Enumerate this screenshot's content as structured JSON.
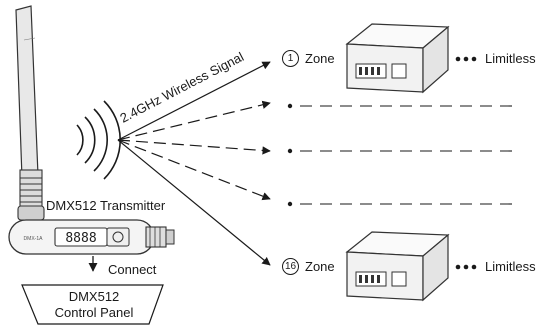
{
  "signal_label": "2.4GHz Wireless Signal",
  "transmitter_label": "DMX512 Transmitter",
  "transmitter_display": "8888",
  "transmitter_brand_text": "DMX-1A",
  "connect_label": "Connect",
  "control_panel": {
    "line1": "DMX512",
    "line2": "Control Panel"
  },
  "zones": [
    {
      "number": "1",
      "label": "Zone",
      "suffix": "Limitless"
    },
    {
      "number": "16",
      "label": "Zone",
      "suffix": "Limitless"
    }
  ],
  "colors": {
    "line": "#1a1a1a",
    "device_body": "#f4f4f4",
    "device_edge": "#333333",
    "antenna": "#e8e8e8"
  }
}
